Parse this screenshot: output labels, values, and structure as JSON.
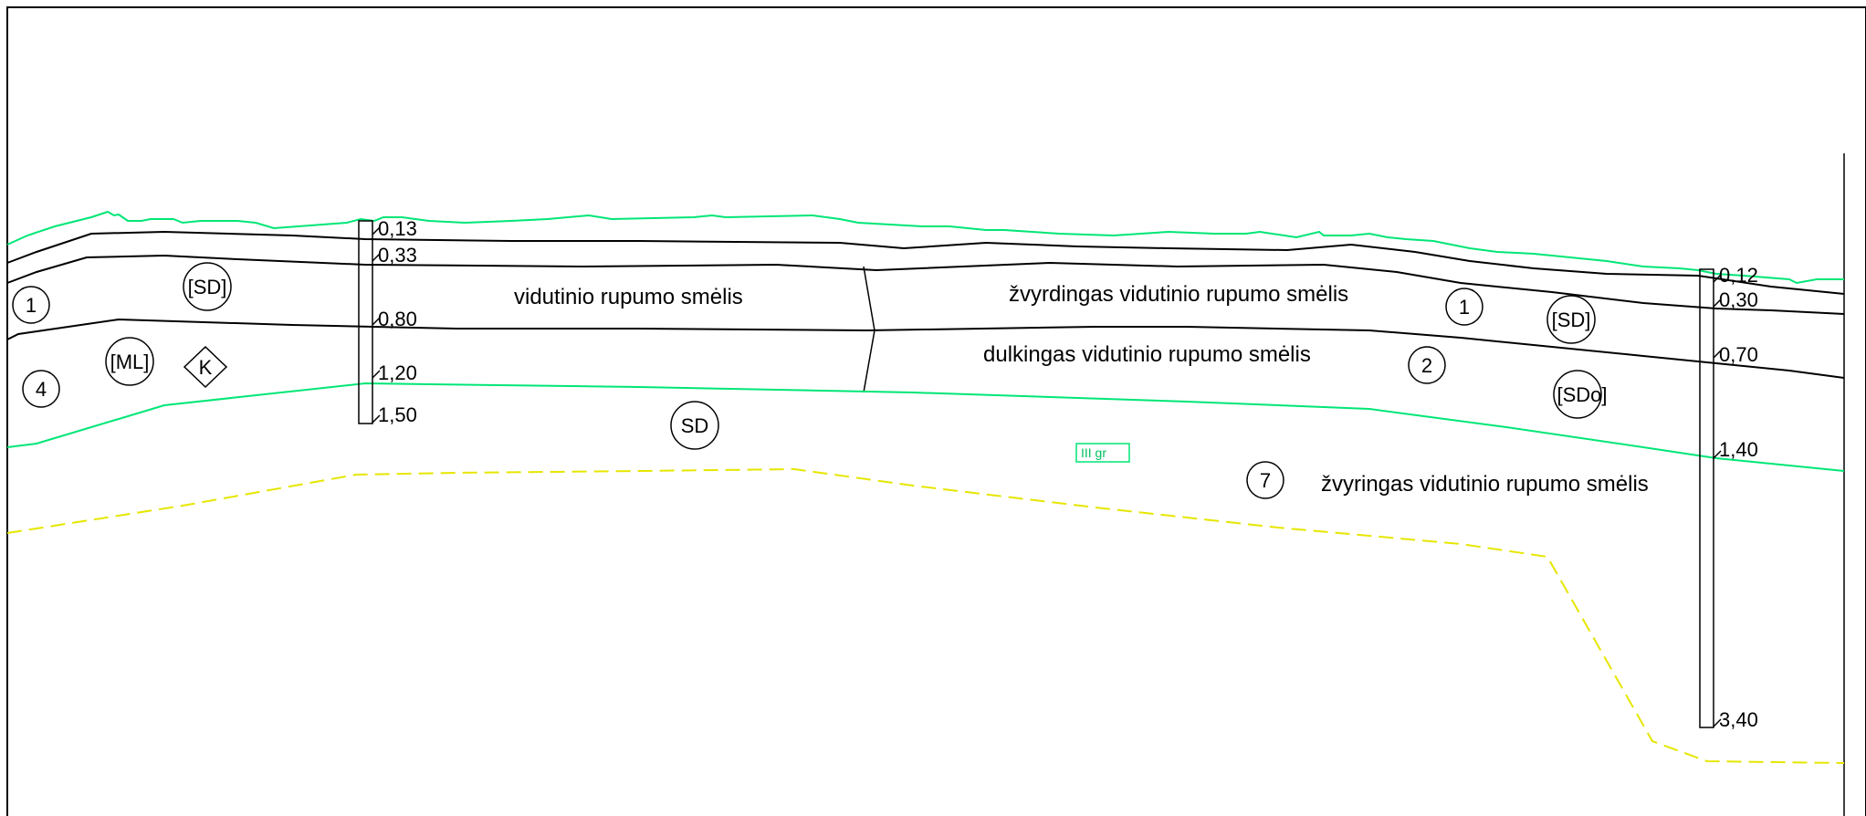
{
  "colors": {
    "ground_line": "#00e676",
    "water_line": "#e6e600",
    "layer_line": "#000000"
  },
  "layer_descriptions": {
    "medium_sand": "vidutinio rupumo smėlis",
    "gravelly_medium_sand_top": "žvyrdingas vidutinio rupumo smėlis",
    "silty_medium_sand": "dulkingas vidutinio rupumo smėlis",
    "gravelly_medium_sand_bottom": "žvyringas vidutinio rupumo smėlis"
  },
  "borehole_left": {
    "depths": [
      "0,13",
      "0,33",
      "0,80",
      "1,20",
      "1,50"
    ]
  },
  "borehole_right": {
    "depths": [
      "0,12",
      "0,30",
      "0,70",
      "1,40",
      "3,40"
    ]
  },
  "layer_numbers": {
    "left_1": "1",
    "left_4": "4",
    "right_1": "1",
    "right_2": "2",
    "right_7": "7"
  },
  "soil_symbols": {
    "left_sd": "[SD]",
    "left_ml": "[ML]",
    "k_marker": "K",
    "mid_sd": "SD",
    "right_sd": "[SD]",
    "right_sdo": "[SDo]"
  },
  "group_tag": "III gr"
}
